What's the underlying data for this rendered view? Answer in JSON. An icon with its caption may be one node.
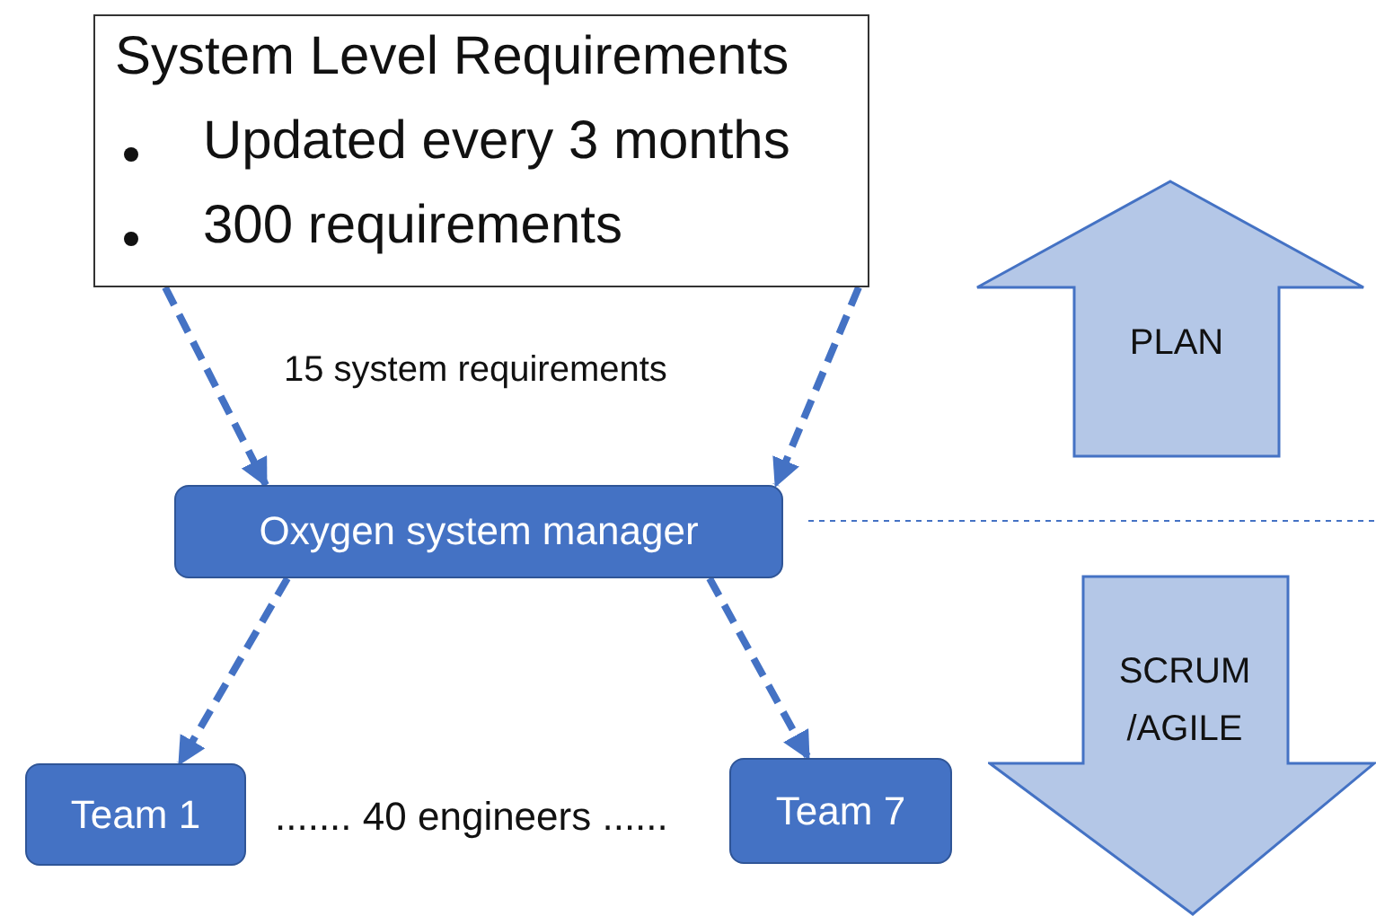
{
  "diagram": {
    "nodes": [
      {
        "text": [
          "System Level Requirements",
          "Updated every 3 months",
          "300 requirements"
        ]
      },
      {
        "text": [
          "Oxygen system manager"
        ]
      },
      {
        "text": [
          "Team 1"
        ]
      },
      {
        "text": [
          "Team 7"
        ]
      },
      {
        "text": [
          "PLAN"
        ]
      },
      {
        "text": [
          "SCRUM /AGILE"
        ]
      }
    ],
    "edges": [
      {
        "from": 0,
        "to": 1,
        "arrow": "to",
        "style": "dashed"
      },
      {
        "from": 0,
        "to": 1,
        "arrow": "to",
        "style": "dashed"
      },
      {
        "from": 1,
        "to": 2,
        "arrow": "to",
        "style": "dashed"
      },
      {
        "from": 1,
        "to": 3,
        "arrow": "to",
        "style": "dashed"
      }
    ],
    "labels": [
      "15 system requirements",
      "....... 40 engineers ......"
    ]
  }
}
